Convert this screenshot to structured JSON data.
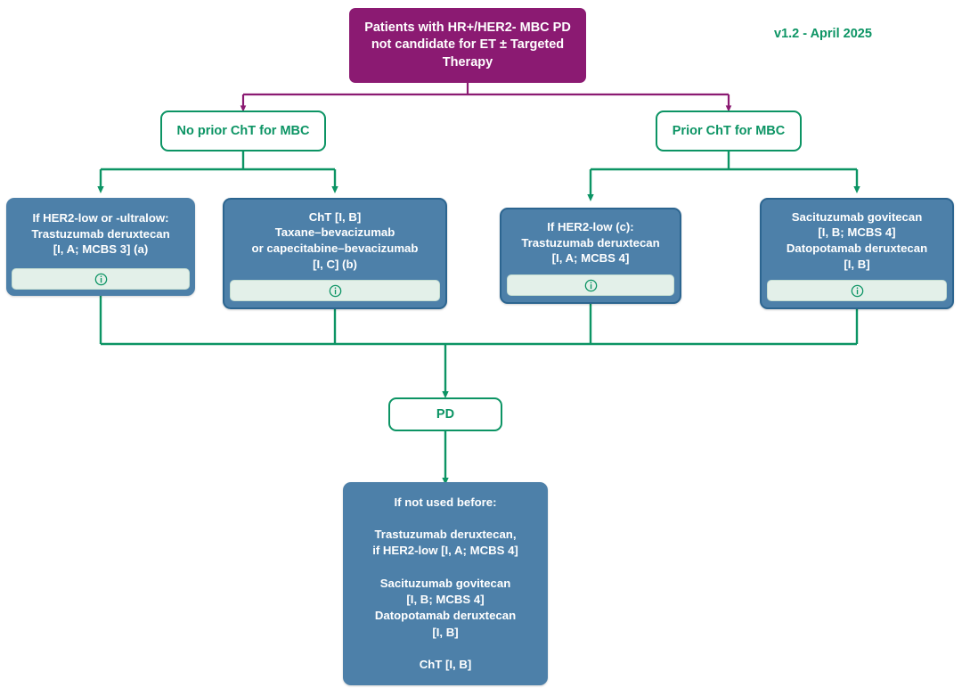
{
  "meta": {
    "version_label": "v1.2 - April 2025",
    "accent_purple": "#8B1A72",
    "accent_green": "#0C9464",
    "accent_blue": "#4D80A9",
    "footer_mint": "#E3F0E9"
  },
  "nodes": {
    "root": {
      "text": "Patients with HR+/HER2- MBC\nPD not candidate for ET ±\nTargeted Therapy"
    },
    "decision_left": {
      "text": "No prior ChT for MBC"
    },
    "decision_right": {
      "text": "Prior ChT for MBC"
    },
    "treat_1": {
      "text": "If HER2-low or -ultralow:\nTrastuzumab deruxtecan\n[I, A; MCBS 3] (a)",
      "info": "i"
    },
    "treat_2": {
      "text": "ChT [I, B]\nTaxane–bevacizumab\nor capecitabine–bevacizumab\n[I, C] (b)",
      "info": "i"
    },
    "treat_3": {
      "text": "If HER2-low (c):\nTrastuzumab deruxtecan\n[I, A; MCBS 4]",
      "info": "i"
    },
    "treat_4": {
      "text": "Sacituzumab govitecan\n[I, B; MCBS 4]\nDatopotamab deruxtecan\n[I, B]",
      "info": "i"
    },
    "pd": {
      "text": "PD"
    },
    "final": {
      "text": "If not used before:\n\nTrastuzumab deruxtecan,\nif HER2-low [I, A; MCBS 4]\n\nSacituzumab govitecan\n[I, B; MCBS 4]\nDatopotamab deruxtecan\n[I, B]\n\nChT [I, B]"
    }
  }
}
